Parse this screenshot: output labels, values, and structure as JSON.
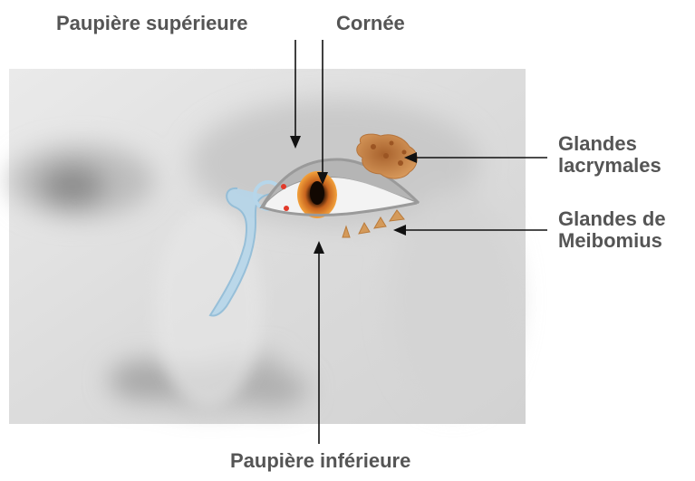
{
  "labels": {
    "upper_eyelid": "Paupière supérieure",
    "cornea": "Cornée",
    "lacrimal_glands": [
      "Glandes",
      "lacrymales"
    ],
    "meibomian_glands": [
      "Glandes de",
      "Meibomius"
    ],
    "lower_eyelid": "Paupière inférieure"
  },
  "colors": {
    "label_text": "#555555",
    "pointer_line": "#111111",
    "face_background": "#d9d9d9",
    "eyelid_outline": "#9a9a9a",
    "gland": "#c8864a",
    "tear_duct": "#a9cfe6",
    "iris": "#c8641e"
  }
}
